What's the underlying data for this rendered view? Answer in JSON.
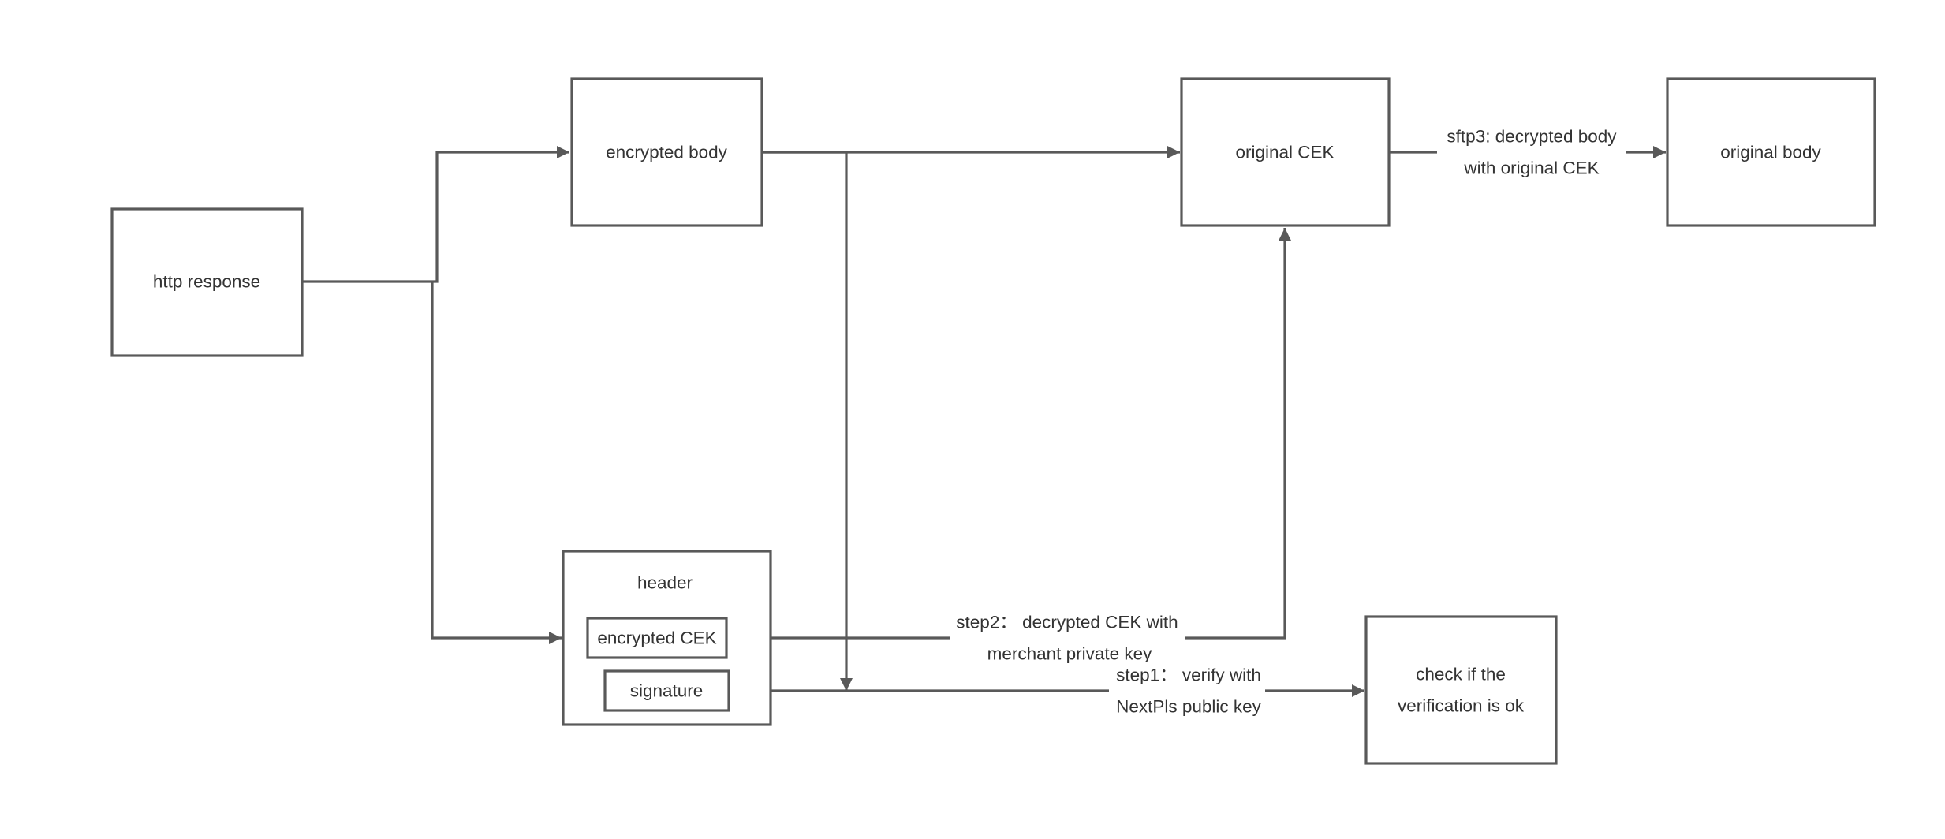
{
  "nodes": {
    "http_response": "http response",
    "encrypted_body": "encrypted body",
    "original_cek": "original CEK",
    "original_body": "original body",
    "header": "header",
    "encrypted_cek": "encrypted CEK",
    "signature": "signature",
    "check_verification": [
      "check if the",
      "verification is ok"
    ]
  },
  "edges": {
    "step3": [
      "sftp3: decrypted body",
      "with original CEK"
    ],
    "step2": [
      "step2： decrypted CEK with",
      "merchant private key"
    ],
    "step1": [
      "step1： verify with",
      "NextPls public key"
    ]
  },
  "colors": {
    "stroke": "#595959",
    "text": "#333333",
    "background": "#ffffff"
  }
}
